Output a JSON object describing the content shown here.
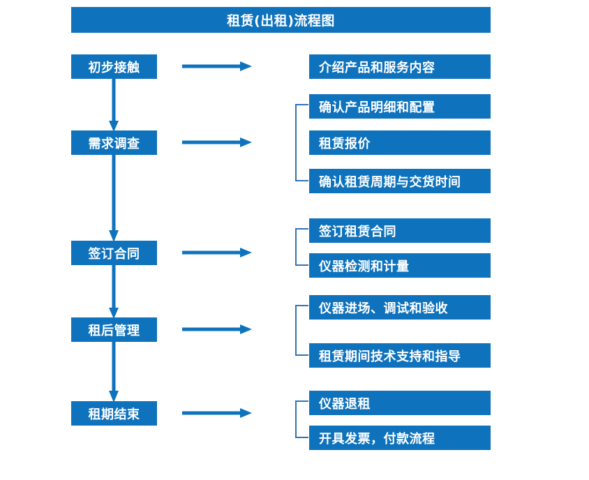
{
  "diagram": {
    "title": "租赁(出租)流程图",
    "accent_color": "#0E72BD",
    "bracket_color": "#2E74B5",
    "text_color": "#FFFFFF",
    "background_color": "#FFFFFF",
    "arrow_icon_name": "arrow-right-icon",
    "down_arrow_icon_name": "arrow-down-icon",
    "bracket_icon_name": "bracket-icon"
  },
  "stages": [
    {
      "id": "stage-1",
      "label": "初步接触",
      "details": [
        "介绍产品和服务内容"
      ],
      "has_bracket": false
    },
    {
      "id": "stage-2",
      "label": "需求调查",
      "details": [
        "确认产品明细和配置",
        "租赁报价",
        "确认租赁周期与交货时间"
      ],
      "has_bracket": true
    },
    {
      "id": "stage-3",
      "label": "签订合同",
      "details": [
        "签订租赁合同",
        "仪器检测和计量"
      ],
      "has_bracket": true
    },
    {
      "id": "stage-4",
      "label": "租后管理",
      "details": [
        "仪器进场、调试和验收",
        "租赁期间技术支持和指导"
      ],
      "has_bracket": true
    },
    {
      "id": "stage-5",
      "label": "租期结束",
      "details": [
        "仪器退租",
        "开具发票，付款流程"
      ],
      "has_bracket": true
    }
  ],
  "details_flat": [
    "介绍产品和服务内容",
    "确认产品明细和配置",
    "租赁报价",
    "确认租赁周期与交货时间",
    "签订租赁合同",
    "仪器检测和计量",
    "仪器进场、调试和验收",
    "租赁期间技术支持和指导",
    "仪器退租",
    "开具发票，付款流程"
  ]
}
